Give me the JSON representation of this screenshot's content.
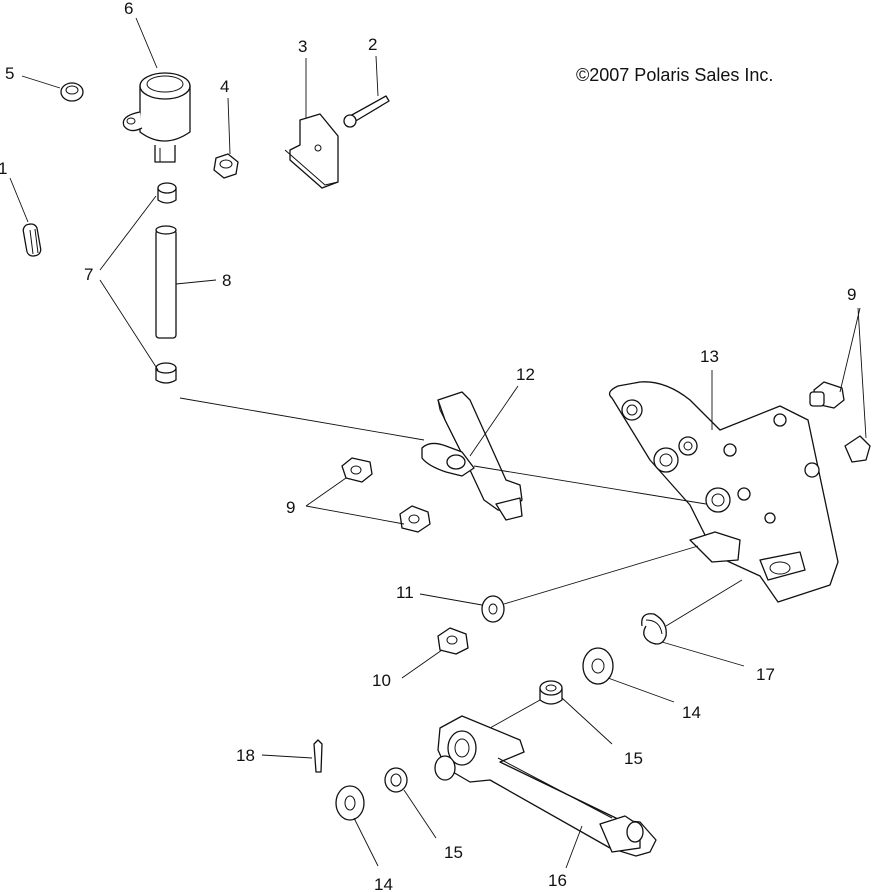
{
  "copyright": "©2007 Polaris Sales Inc.",
  "callouts": {
    "c1": "1",
    "c2": "2",
    "c3": "3",
    "c4": "4",
    "c5": "5",
    "c6": "6",
    "c7": "7",
    "c8": "8",
    "c9_top": "9",
    "c9_left": "9",
    "c10": "10",
    "c11": "11",
    "c12": "12",
    "c13": "13",
    "c14_right": "14",
    "c14_bottom": "14",
    "c15_right": "15",
    "c15_bottom": "15",
    "c16": "16",
    "c17": "17",
    "c18": "18"
  }
}
